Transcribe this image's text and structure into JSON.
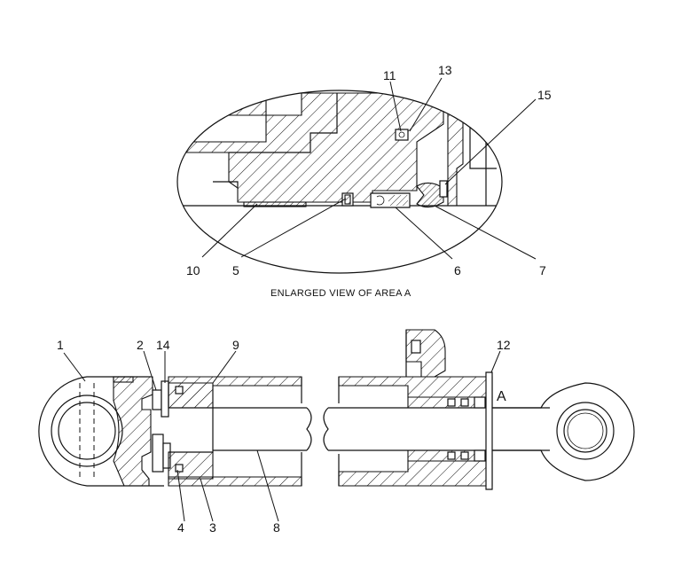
{
  "caption": "ENLARGED VIEW OF AREA A",
  "area_label": "A",
  "callouts": {
    "c1": "1",
    "c2": "2",
    "c3": "3",
    "c4": "4",
    "c5": "5",
    "c6": "6",
    "c7": "7",
    "c8": "8",
    "c9": "9",
    "c10": "10",
    "c11": "11",
    "c12": "12",
    "c13": "13",
    "c14": "14",
    "c15": "15"
  }
}
